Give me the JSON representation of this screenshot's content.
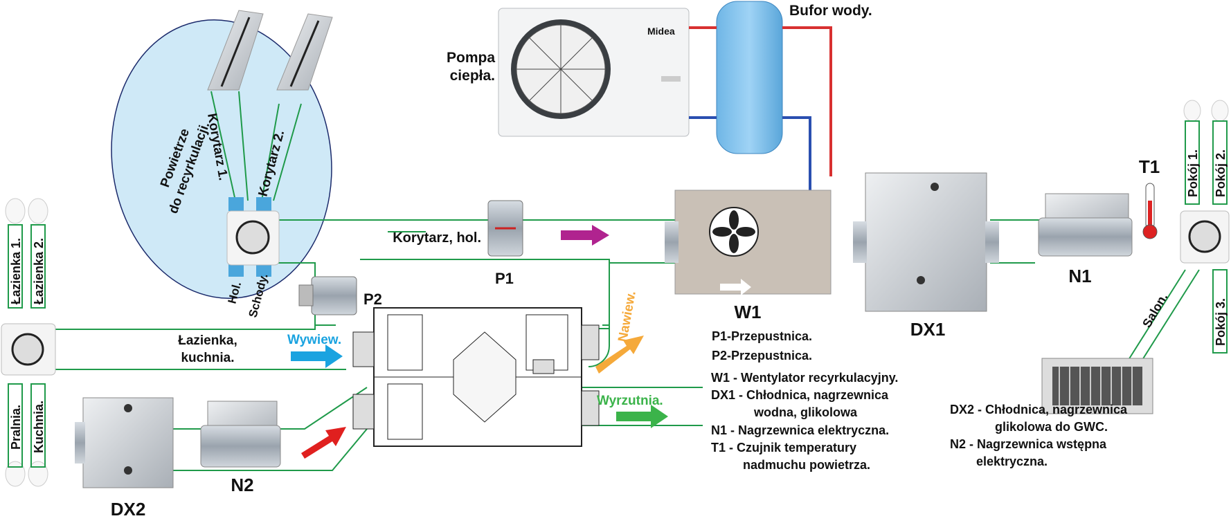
{
  "labels": {
    "pompa": "Pompa",
    "ciepla": "ciepła.",
    "bufor": "Bufor wody.",
    "brand": "Midea",
    "recirc_1": "Powietrze",
    "recirc_2": "do recyrkulacji.",
    "korytarz1": "Korytarz 1.",
    "korytarz2": "Korytarz 2.",
    "hol": "Hol.",
    "schody": "Schody.",
    "lazienka1": "Łazienka 1.",
    "lazienka2": "Łazienka 2.",
    "pralnia": "Pralnia.",
    "kuchnia": "Kuchnia.",
    "korytarz_hol": "Korytarz, hol.",
    "lazienka_kuchnia_1": "Łazienka,",
    "lazienka_kuchnia_2": "kuchnia.",
    "wywiew": "Wywiew.",
    "nawiew": "Nawiew.",
    "wyrzutnia": "Wyrzutnia.",
    "p1": "P1",
    "p2": "P2",
    "w1": "W1",
    "dx1": "DX1",
    "dx2": "DX2",
    "n1": "N1",
    "n2": "N2",
    "t1": "T1",
    "pokoj1": "Pokój 1.",
    "pokoj2": "Pokój 2.",
    "pokoj3": "Pokój 3.",
    "salon": "Salon."
  },
  "legend": [
    "P1-Przepustnica.",
    "P2-Przepustnica.",
    "W1 - Wentylator recyrkulacyjny.",
    "DX1 - Chłodnica, nagrzewnica",
    "wodna, glikolowa",
    "N1 - Nagrzewnica elektryczna.",
    "T1 - Czujnik temperatury",
    "nadmuchu powietrza."
  ],
  "legend_right": [
    "DX2 - Chłodnica, nagrzewnica",
    "glikolowa do GWC.",
    "N2 - Nagrzewnica wstępna",
    "elektryczna."
  ],
  "colors": {
    "duct_line": "#1f9a4a",
    "wywiew": "#1aa3e0",
    "nawiew": "#f5a93a",
    "wyrzutnia": "#3bb34a",
    "korytarz_arrow": "#b0238f",
    "intake_arrow": "#e0201f",
    "recirc_zone": "#cfe9f7"
  }
}
